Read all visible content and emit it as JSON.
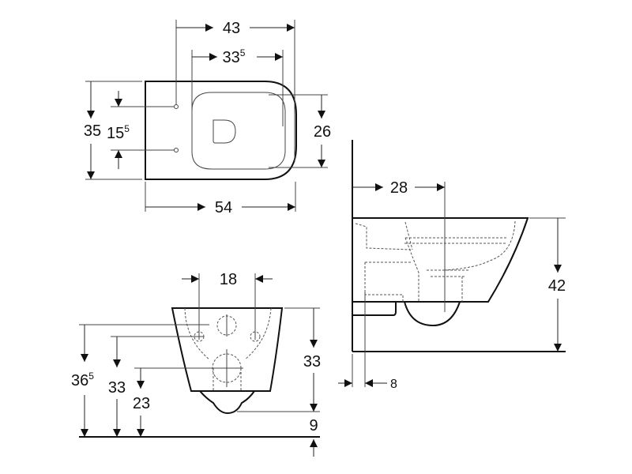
{
  "top_view": {
    "width_43": "43",
    "seat_width": {
      "main": "33",
      "sup": "5"
    },
    "depth_35": "35",
    "fixing_spacing": {
      "main": "15",
      "sup": "5"
    },
    "seat_depth_26": "26",
    "length_54": "54"
  },
  "front_view": {
    "fixing_distance_18": "18",
    "height_36_5": {
      "main": "36",
      "sup": "5"
    },
    "height_33_left": "33",
    "height_23": "23",
    "height_33_right": "33",
    "height_9": "9"
  },
  "side_view": {
    "axis_28": "28",
    "height_42": "42",
    "offset_8": "8"
  },
  "colors": {
    "line": "#111111",
    "background": "#ffffff"
  }
}
